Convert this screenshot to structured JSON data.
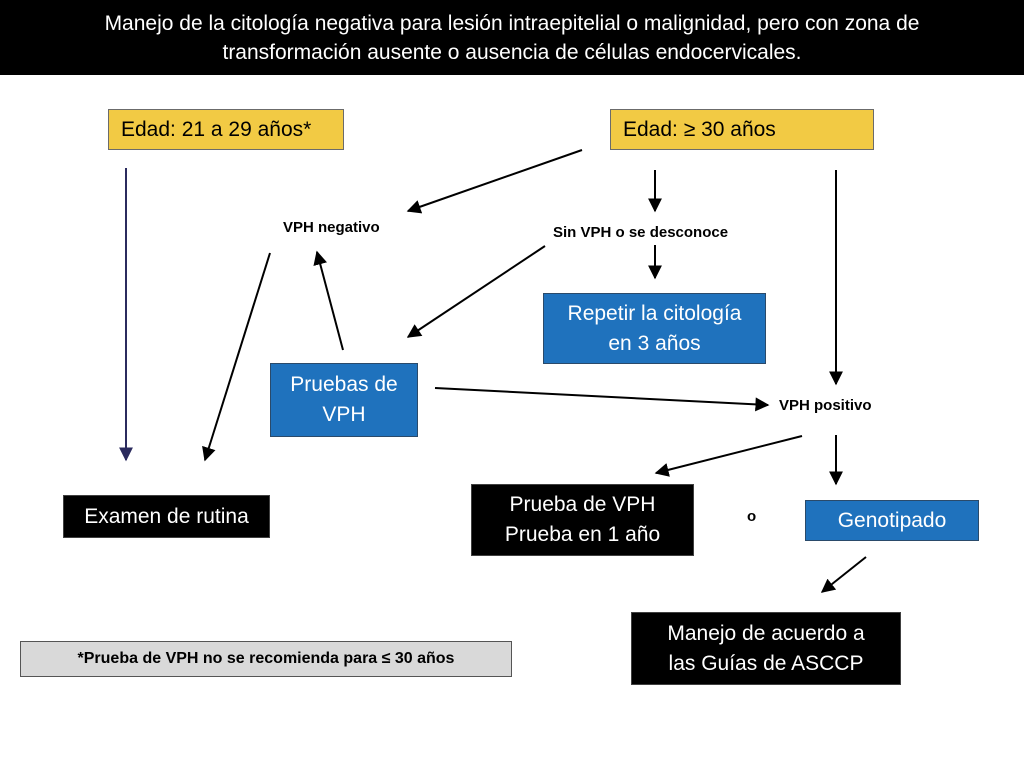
{
  "header": {
    "line1": "Manejo de la citología negativa para lesión intraepitelial o malignidad, pero con zona de",
    "line2": "transformación ausente o ausencia de células endocervicales."
  },
  "nodes": {
    "age_young": "Edad: 21 a 29 años*",
    "age_old": "Edad: ≥ 30 años",
    "vph_negative": "VPH negativo",
    "no_vph": "Sin VPH o se desconoce",
    "repeat_line1": "Repetir la citología",
    "repeat_line2": "en 3 años",
    "pruebas_line1": "Pruebas de",
    "pruebas_line2": "VPH",
    "vph_positive": "VPH positivo",
    "routine_exam": "Examen de rutina",
    "retest_line1": "Prueba de VPH",
    "retest_line2": "Prueba en 1 año",
    "or_label": "o",
    "genotyping": "Genotipado",
    "asccp_line1": "Manejo de acuerdo a",
    "asccp_line2": "las Guías de ASCCP"
  },
  "footnote": "*Prueba de VPH no se recomienda para ≤ 30 años",
  "colors": {
    "header_bg": "#000000",
    "age_box": "#f2ca44",
    "action_box": "#1f72bd",
    "outcome_box": "#000000",
    "note_bg": "#d9d9d9",
    "young_arrow": "#2b2b5e"
  }
}
